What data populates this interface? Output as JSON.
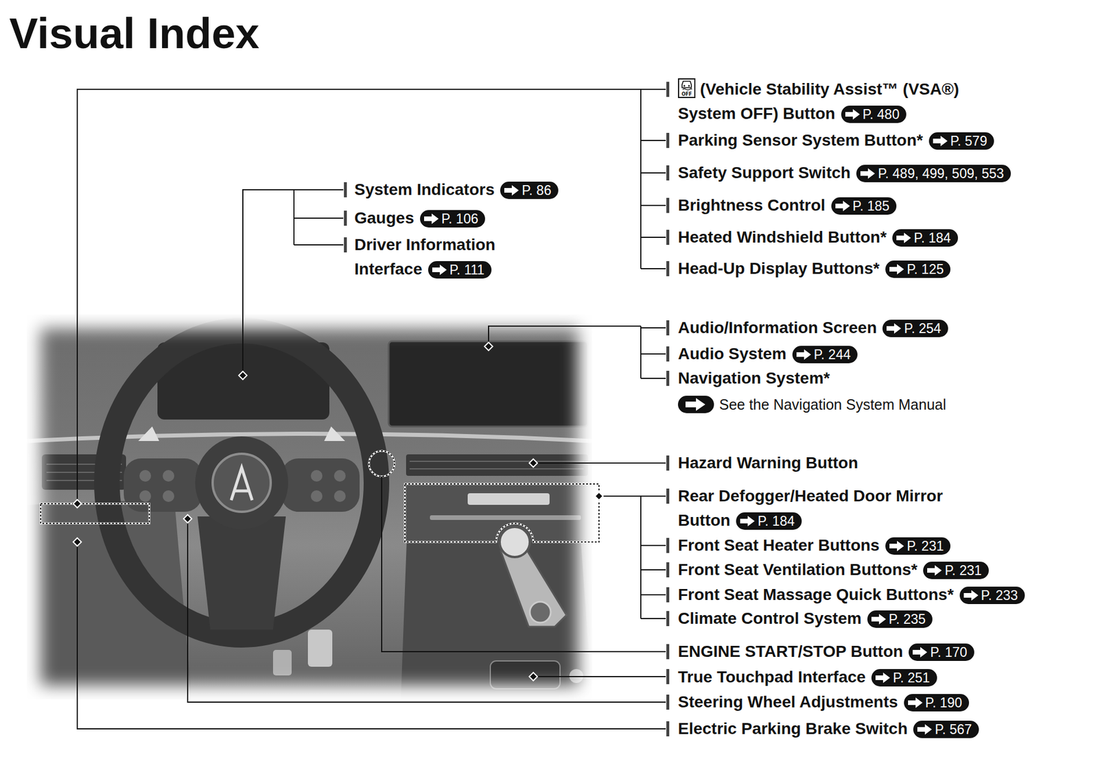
{
  "diagram": {
    "title": "Visual Index",
    "nodes": [
      {
        "text": [
          "(Vehicle Stability Assist™ (VSA®) System OFF) Button",
          "P. 480"
        ]
      },
      {
        "text": [
          "Parking Sensor System Button*",
          "P. 579"
        ]
      },
      {
        "text": [
          "Safety Support Switch",
          "P. 489, 499, 509, 553"
        ]
      },
      {
        "text": [
          "System Indicators",
          "P. 86"
        ]
      },
      {
        "text": [
          "Gauges",
          "P. 106"
        ]
      },
      {
        "text": [
          "Driver Information Interface",
          "P. 111"
        ]
      },
      {
        "text": [
          "Brightness Control",
          "P. 185"
        ]
      },
      {
        "text": [
          "Heated Windshield Button*",
          "P. 184"
        ]
      },
      {
        "text": [
          "Head-Up Display Buttons*",
          "P. 125"
        ]
      },
      {
        "text": [
          "Audio/Information Screen",
          "P. 254"
        ]
      },
      {
        "text": [
          "Audio System",
          "P. 244"
        ]
      },
      {
        "text": [
          "Rear Defogger/Heated Door Mirror Button",
          "P. 184"
        ]
      },
      {
        "text": [
          "Front Seat Heater Buttons",
          "P. 231"
        ]
      },
      {
        "text": [
          "Front Seat Ventilation Buttons*",
          "P. 231"
        ]
      },
      {
        "text": [
          "Front Seat Massage Quick Buttons*",
          "P. 233"
        ]
      },
      {
        "text": [
          "Climate Control System",
          "P. 235"
        ]
      },
      {
        "text": [
          "ENGINE START/STOP Button",
          "P. 170"
        ]
      },
      {
        "text": [
          "True Touchpad Interface",
          "P. 251"
        ]
      },
      {
        "text": [
          "Steering Wheel Adjustments",
          "P. 190"
        ]
      },
      {
        "text": [
          "Electric Parking Brake Switch",
          "P. 567"
        ]
      }
    ],
    "labels": [
      "OFF",
      "Navigation System*",
      "See the Navigation System Manual",
      "Hazard Warning Button"
    ]
  }
}
